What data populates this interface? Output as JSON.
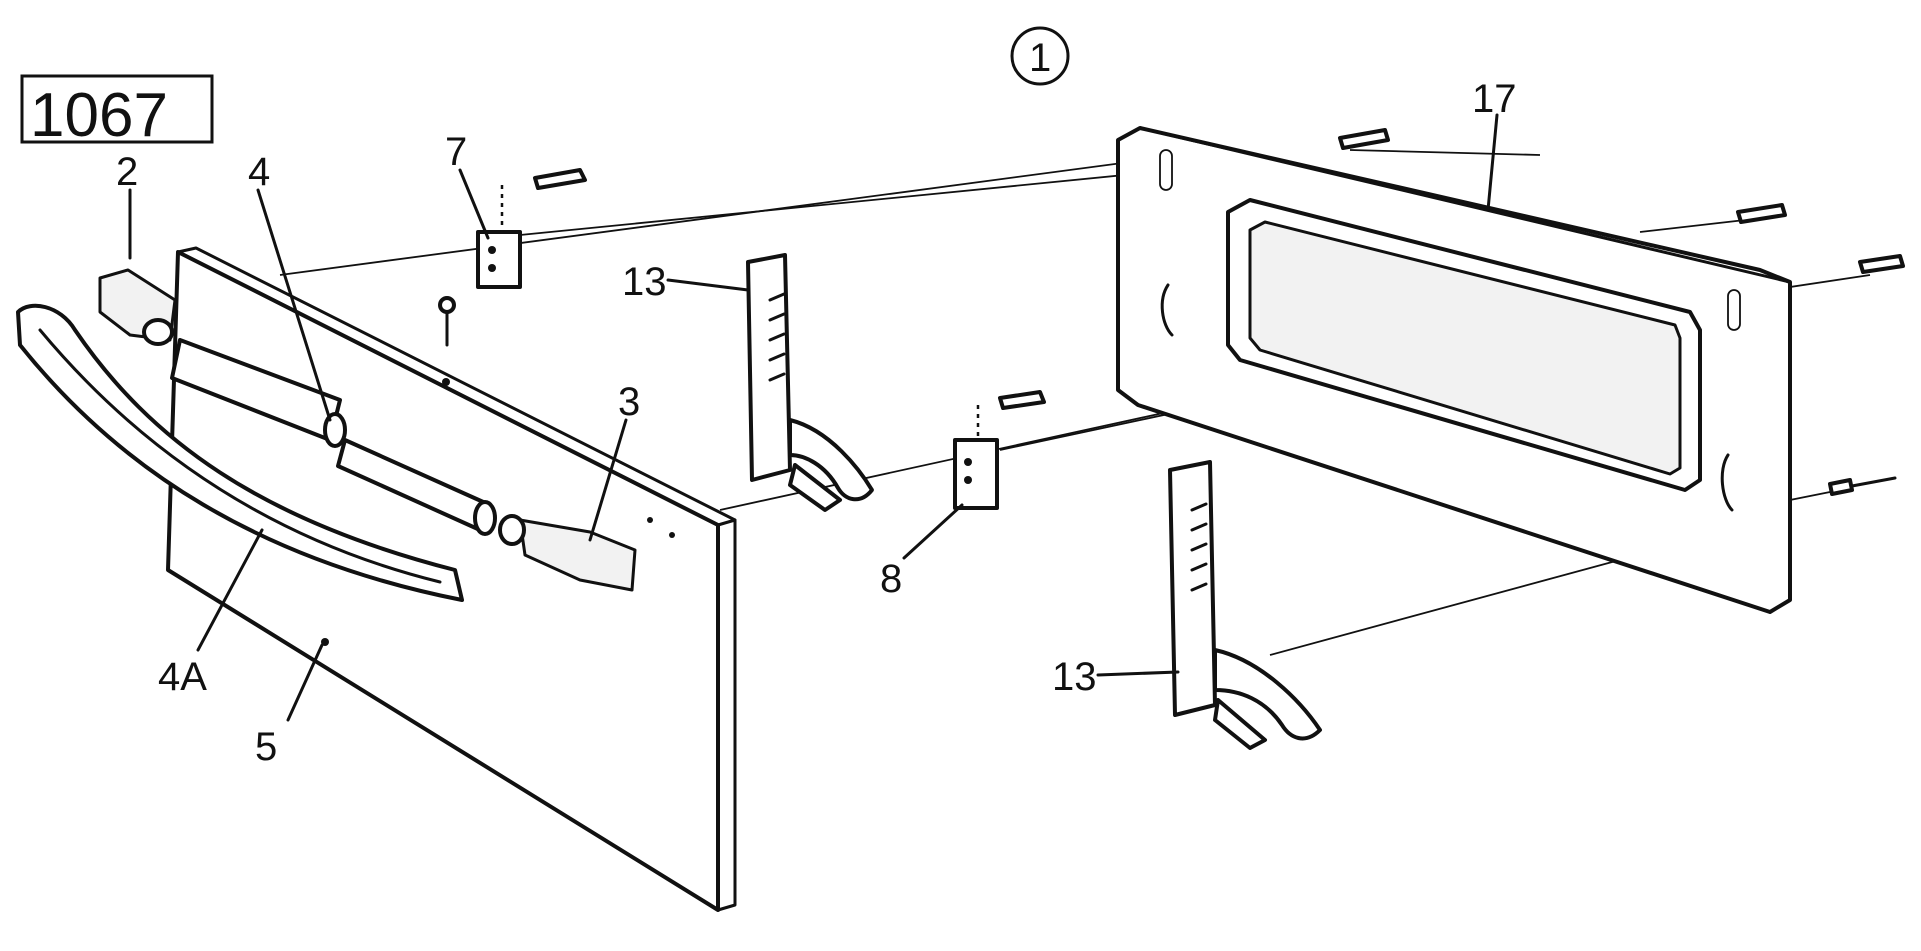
{
  "diagram_code": "1067",
  "assembly_number": "1",
  "callouts": [
    {
      "id": "2",
      "text": "2"
    },
    {
      "id": "4",
      "text": "4"
    },
    {
      "id": "7",
      "text": "7"
    },
    {
      "id": "13a",
      "text": "13"
    },
    {
      "id": "3",
      "text": "3"
    },
    {
      "id": "4A",
      "text": "4A"
    },
    {
      "id": "5",
      "text": "5"
    },
    {
      "id": "8",
      "text": "8"
    },
    {
      "id": "17",
      "text": "17"
    },
    {
      "id": "13b",
      "text": "13"
    }
  ]
}
